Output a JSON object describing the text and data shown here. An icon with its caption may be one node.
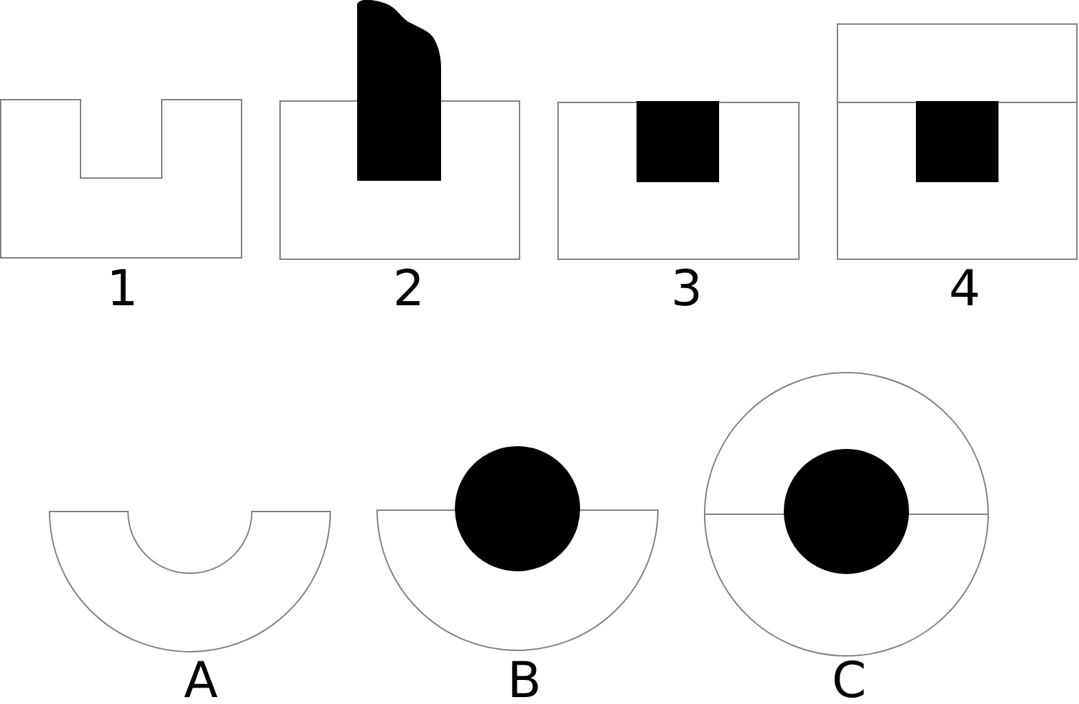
{
  "diagram": {
    "labels": [
      "1",
      "2",
      "3",
      "4",
      "A",
      "B",
      "C"
    ]
  }
}
